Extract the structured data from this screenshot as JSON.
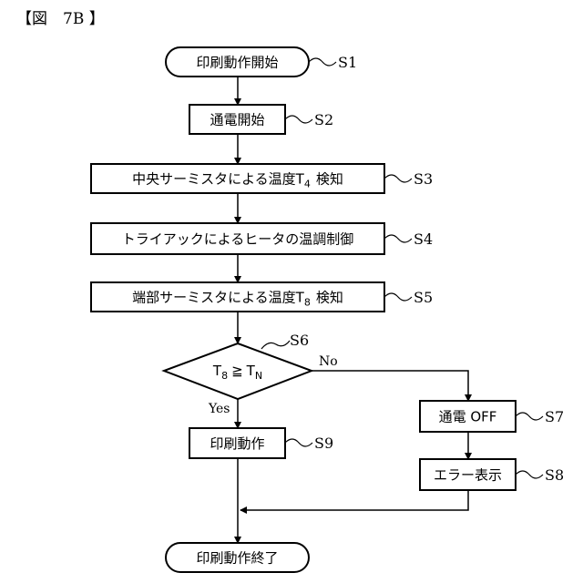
{
  "figure_label": "【図　7B 】",
  "nodes": {
    "start": {
      "text": "印刷動作開始",
      "step": "S1"
    },
    "power_on": {
      "text": "通電開始",
      "step": "S2"
    },
    "center_detect": {
      "text_before": "中央サーミスタによる温度T",
      "sub": "4",
      "text_after": "検知",
      "step": "S3"
    },
    "triac_control": {
      "text": "トライアックによるヒータの温調制御",
      "step": "S4"
    },
    "edge_detect": {
      "text_before": "端部サーミスタによる温度T",
      "sub": "8",
      "text_after": "検知",
      "step": "S5"
    },
    "decision": {
      "t1": "T",
      "sub1": "8",
      "op": "≧",
      "t2": "T",
      "sub2": "N",
      "step": "S6",
      "yes_label": "Yes",
      "no_label": "No"
    },
    "power_off": {
      "text": "通電 OFF",
      "step": "S7"
    },
    "error_display": {
      "text": "エラー表示",
      "step": "S8"
    },
    "print": {
      "text": "印刷動作",
      "step": "S9"
    },
    "end": {
      "text": "印刷動作終了"
    }
  }
}
